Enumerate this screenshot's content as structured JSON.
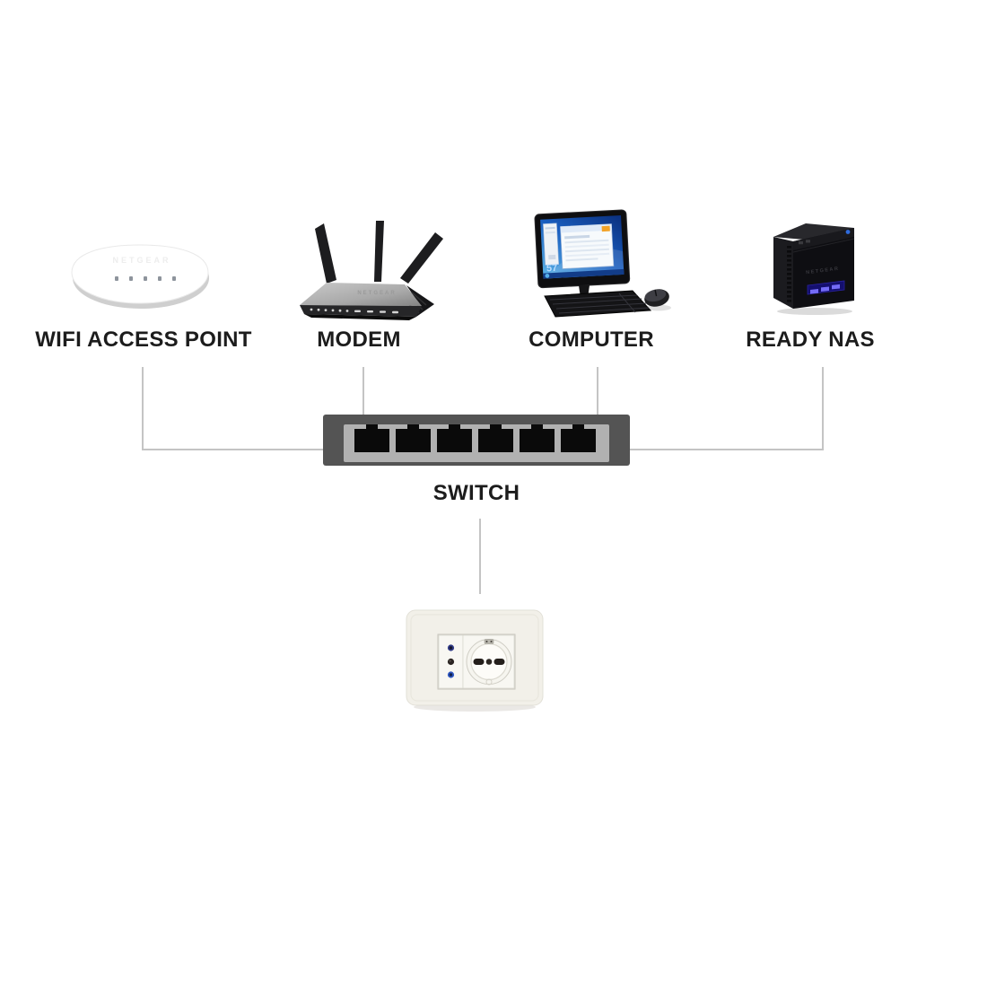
{
  "diagram": {
    "background_color": "#ffffff",
    "connector_color": "#c4c4c4",
    "label_color": "#1c1c1c",
    "devices": [
      {
        "id": "wifi-access-point",
        "label": "WIFI ACCESS POINT",
        "brand_mark": "NETGEAR"
      },
      {
        "id": "modem",
        "label": "MODEM",
        "brand_mark": "NETGEAR"
      },
      {
        "id": "computer",
        "label": "COMPUTER",
        "screen_text": "57"
      },
      {
        "id": "ready-nas",
        "label": "READY NAS",
        "brand_mark": "NETGEAR"
      }
    ],
    "switch": {
      "label": "SWITCH",
      "port_count": 6,
      "frame_color": "#545454",
      "panel_color": "#b1b1b1",
      "port_color": "#0a0a0a"
    },
    "outlet": {
      "name": "wall-power-outlet",
      "plate_color": "#f2f0e9"
    }
  }
}
